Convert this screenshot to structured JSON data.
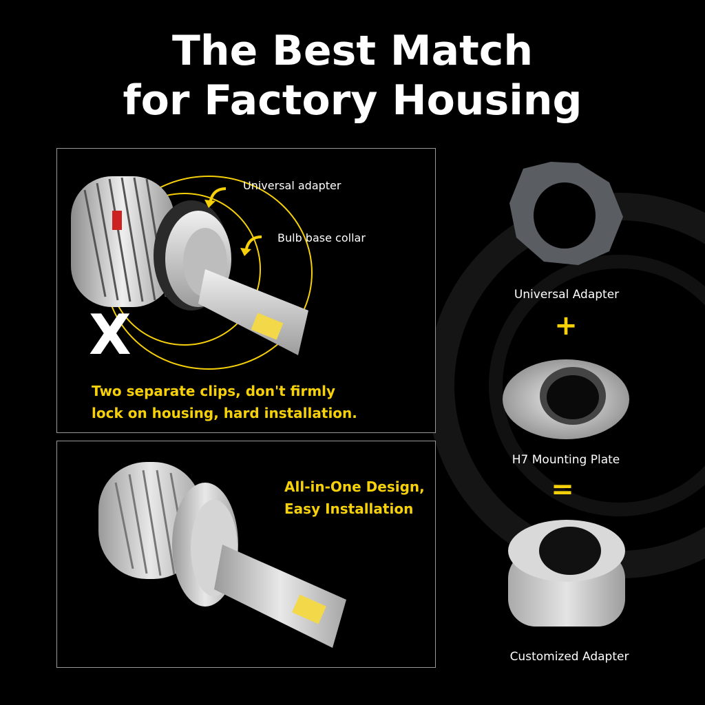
{
  "title": {
    "line1": "The Best Match",
    "line2": "for Factory Housing"
  },
  "top_panel": {
    "callout_adapter": "Universal adapter",
    "callout_collar": "Bulb base collar",
    "x_mark": "X",
    "caption_line1": "Two separate clips, don't firmly",
    "caption_line2": "lock on housing, hard installation."
  },
  "bottom_panel": {
    "caption_line1": "All-in-One Design,",
    "caption_line2": "Easy Installation"
  },
  "right_column": {
    "universal_adapter": "Universal Adapter",
    "plus": "+",
    "mounting_plate": "H7 Mounting Plate",
    "equals": "=",
    "customized_adapter": "Customized Adapter"
  },
  "colors": {
    "accent_yellow": "#f6d10a",
    "background": "#000000",
    "silver": "#c8c8c8",
    "dark_gray": "#5a5e63"
  }
}
